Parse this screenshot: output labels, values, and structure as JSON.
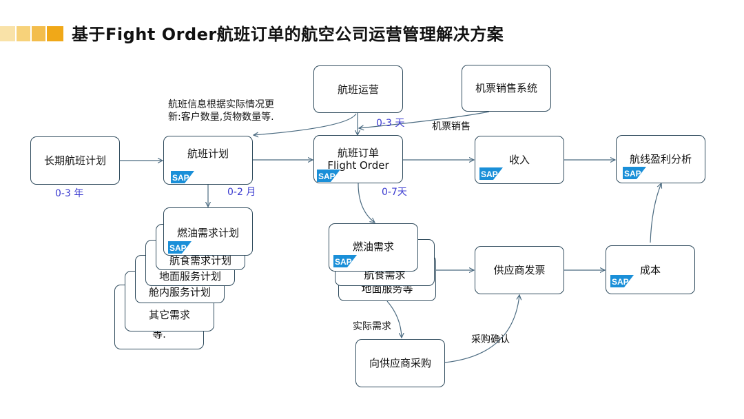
{
  "title": "基于Fight Order航班订单的航空公司运营管理解决方案",
  "colors": {
    "accent_light": "#f7d27a",
    "accent_mid": "#f3b53c",
    "accent_dark": "#f0a818",
    "line": "#4a6a80",
    "border": "#2e4a5c",
    "label_blue": "#3b3bd0",
    "sap_blue": "#1a8fd8"
  },
  "boxes": {
    "long_term": "长期航班计划",
    "flight_plan": "航班计划",
    "flight_ops": "航班运营",
    "ticket_sys": "机票销售系统",
    "order_line1": "航班订单",
    "order_line2": "Flight Order",
    "income": "收入",
    "route_profit": "航线盈利分析",
    "fuel_plan": "燃油需求计划",
    "meal_plan": "航食需求计划",
    "ground_plan": "地面服务计划",
    "cabin_plan": "舱内服务计划",
    "other_req": "其它需求",
    "etc": "等.",
    "fuel_req": "燃油需求",
    "meal_req": "航食需求",
    "ground_svc": "地面服务等",
    "supplier_invoice": "供应商发票",
    "cost": "成本",
    "purchase": "向供应商采购"
  },
  "labels": {
    "info_line1": "航班信息根据实际情况更",
    "info_line2": "新:客户数量,货物数量等.",
    "d03_year": "0-3 年",
    "d02_month": "0-2 月",
    "d03_day": "0-3 天",
    "d07_day": "0-7天",
    "ticket_sales": "机票销售",
    "actual_demand": "实际需求",
    "purchase_confirm": "采购确认"
  },
  "sap_logo": "SAP"
}
